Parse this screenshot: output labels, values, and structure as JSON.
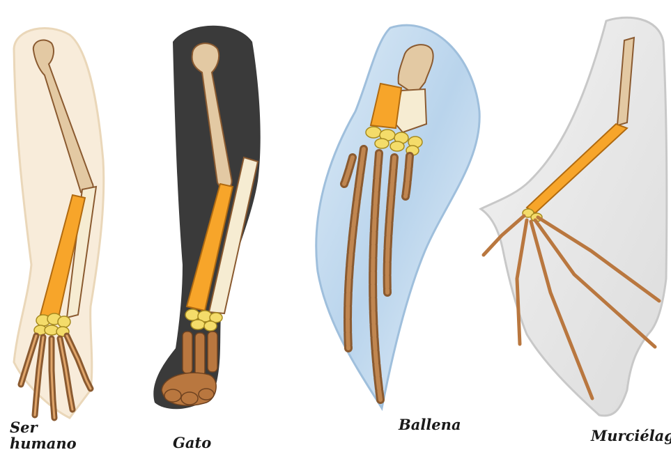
{
  "figure": {
    "panels": [
      {
        "id": "human",
        "label_line1": "Ser",
        "label_line2": "humano"
      },
      {
        "id": "cat",
        "label": "Gato"
      },
      {
        "id": "whale",
        "label": "Ballena"
      },
      {
        "id": "bat",
        "label": "Murciélago"
      }
    ],
    "colors": {
      "humerus": "#e3c9a3",
      "radius": "#f7a52a",
      "ulna": "#f6ecd2",
      "carpals": "#f4dc6a",
      "phalanges": "#b9773f",
      "bone_outline": "#8a5a30",
      "human_skin": "#f8ecd9",
      "cat_fur": "#3a3a3a",
      "whale_flipper": "#c9dff0",
      "bat_membrane": "#e6e6e6"
    }
  }
}
